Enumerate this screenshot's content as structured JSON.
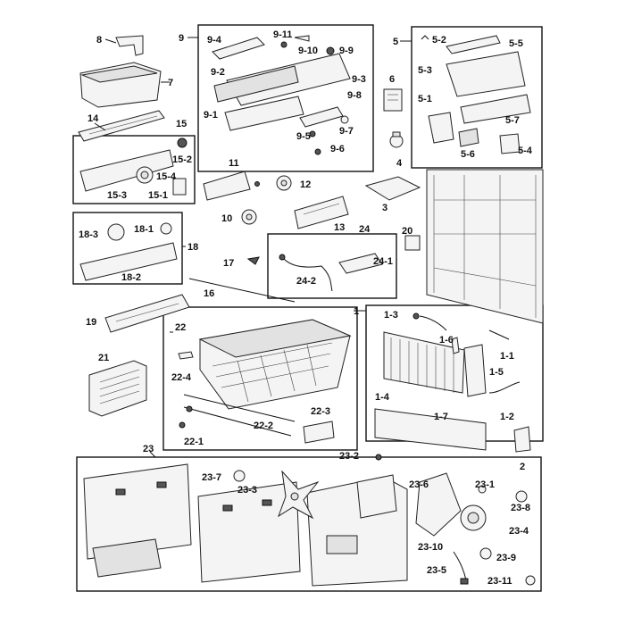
{
  "labels": {
    "l8": "8",
    "l7": "7",
    "l14": "14",
    "l15": "15",
    "l15_2": "15-2",
    "l15_4": "15-4",
    "l15_3": "15-3",
    "l15_1": "15-1",
    "l9": "9",
    "l9_4": "9-4",
    "l9_11": "9-11",
    "l9_10": "9-10",
    "l9_9": "9-9",
    "l9_2": "9-2",
    "l9_3": "9-3",
    "l9_8": "9-8",
    "l9_1": "9-1",
    "l9_7": "9-7",
    "l9_5": "9-5",
    "l9_6": "9-6",
    "l5": "5",
    "l5_2": "5-2",
    "l5_5": "5-5",
    "l5_3": "5-3",
    "l6": "6",
    "l5_1": "5-1",
    "l5_7": "5-7",
    "l5_6": "5-6",
    "l5_4": "5-4",
    "l4": "4",
    "l11": "11",
    "l12": "12",
    "l10": "10",
    "l3": "3",
    "l13": "13",
    "l18_3": "18-3",
    "l18_1": "18-1",
    "l18": "18",
    "l18_2": "18-2",
    "l24": "24",
    "l24_1": "24-1",
    "l24_2": "24-2",
    "l20": "20",
    "l17": "17",
    "l16": "16",
    "l19": "19",
    "l1": "1",
    "l1_3": "1-3",
    "l1_6": "1-6",
    "l1_1": "1-1",
    "l1_5": "1-5",
    "l1_4": "1-4",
    "l1_2": "1-2",
    "l1_7": "1-7",
    "l2": "2",
    "l22": "22",
    "l21": "21",
    "l22_4": "22-4",
    "l22_3": "22-3",
    "l22_2": "22-2",
    "l22_1": "22-1",
    "l23": "23",
    "l23_7": "23-7",
    "l23_3": "23-3",
    "l23_2": "23-2",
    "l23_6": "23-6",
    "l23_1": "23-1",
    "l23_8": "23-8",
    "l23_4": "23-4",
    "l23_10": "23-10",
    "l23_9": "23-9",
    "l23_5": "23-5",
    "l23_11": "23-11"
  }
}
